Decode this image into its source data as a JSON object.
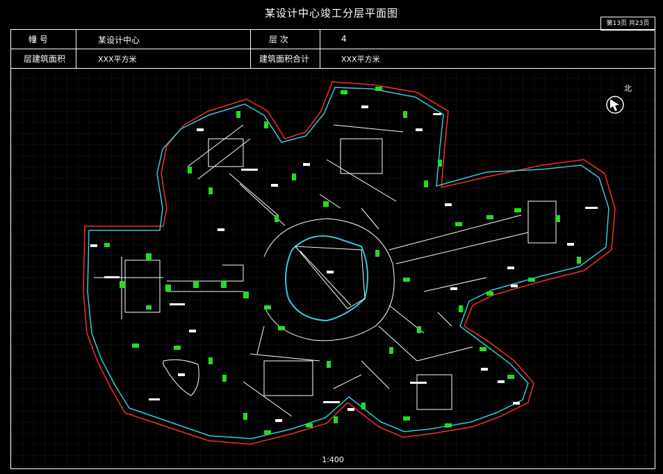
{
  "title": "某设计中心竣工分层平面图",
  "page": "第13页   共23页",
  "info": {
    "building_label": "幢    号",
    "building_value": "某设计中心",
    "floor_label": "层    次",
    "floor_value": "4",
    "floor_area_label": "层建筑面积",
    "floor_area_value": "XXX平方米",
    "total_area_label": "建筑面积合计",
    "total_area_value": "XXX平方米"
  },
  "north_label": "北",
  "scale": "1:400",
  "colors": {
    "background": "#000000",
    "outer_wall": "#ff2a2a",
    "glass_wall": "#33ccdd",
    "inner_lines": "#ffffff",
    "columns": "#22dd22",
    "grid": "#1a1a1a"
  }
}
